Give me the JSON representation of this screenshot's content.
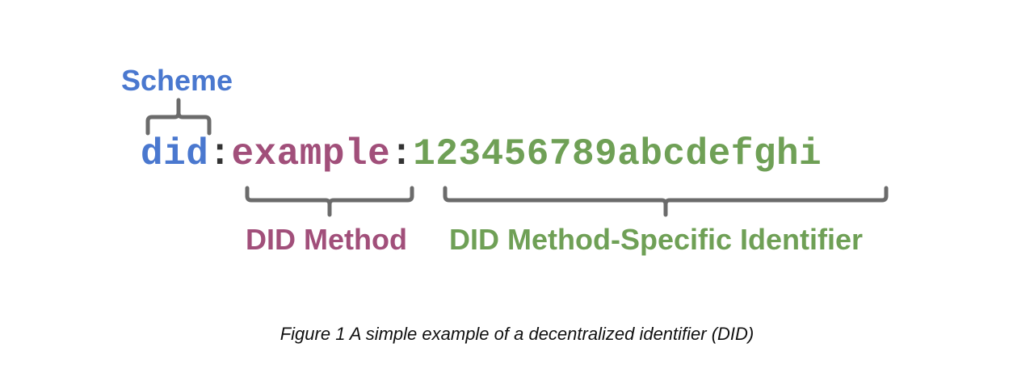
{
  "diagram": {
    "scheme_label": "Scheme",
    "method_label": "DID Method",
    "msi_label": "DID Method-Specific Identifier",
    "did": {
      "scheme": "did",
      "colon1": ":",
      "method": "example",
      "colon2": ":",
      "identifier": "123456789abcdefghi"
    }
  },
  "caption": "Figure 1 A simple example of a decentralized identifier (DID)",
  "colors": {
    "scheme": "#4a78cf",
    "method": "#a14f7a",
    "identifier": "#6fa056",
    "bracket": "#6b6b6b"
  }
}
